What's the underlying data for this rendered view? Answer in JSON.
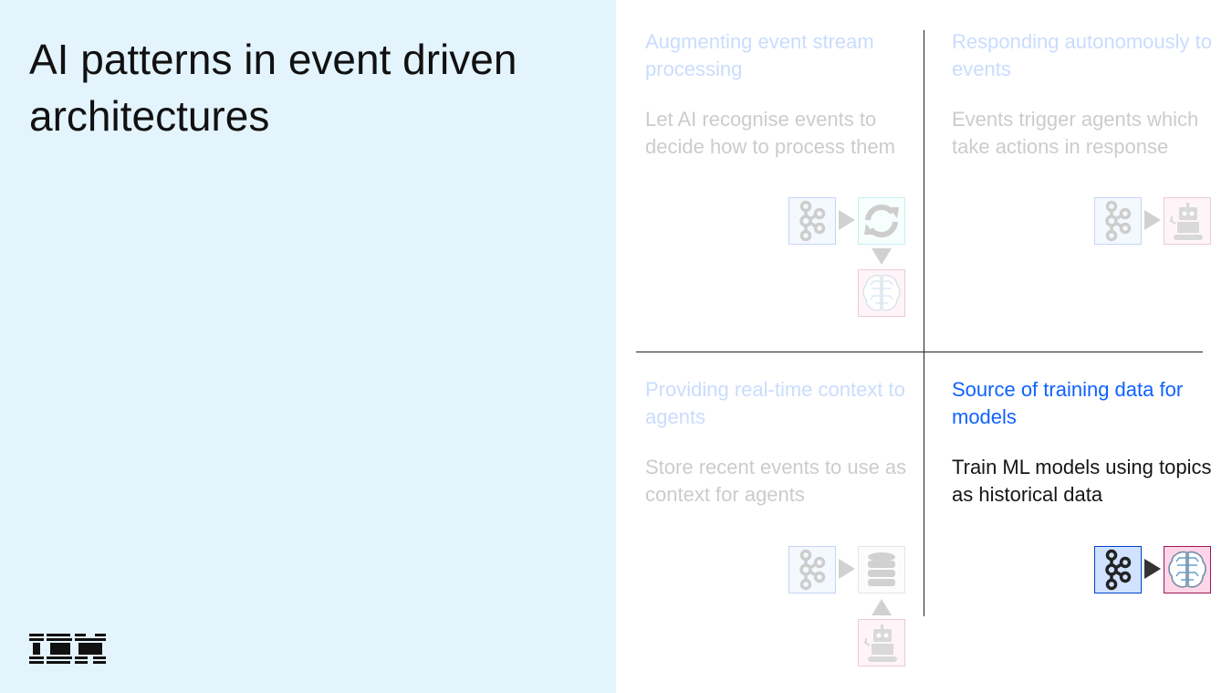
{
  "slide": {
    "title": "AI patterns in event driven architectures",
    "logo_text": "IBM"
  },
  "quadrants": [
    {
      "heading": "Augmenting event stream processing",
      "body": "Let AI recognise events to decide how to process them",
      "icons": [
        "kafka-icon",
        "sync-icon",
        "brain-icon"
      ],
      "active": false
    },
    {
      "heading": "Responding autonomously to events",
      "body": "Events trigger agents which take actions in response",
      "icons": [
        "kafka-icon",
        "robot-icon"
      ],
      "active": false
    },
    {
      "heading": "Providing real-time context to agents",
      "body": "Store recent events to use as context for agents",
      "icons": [
        "kafka-icon",
        "database-icon",
        "robot-icon"
      ],
      "active": false
    },
    {
      "heading": "Source of training data for models",
      "body": "Train ML models using topics as historical data",
      "icons": [
        "kafka-icon",
        "brain-icon"
      ],
      "active": true
    }
  ],
  "colors": {
    "accent": "#0f62fe",
    "panel": "#e3f4fd"
  }
}
